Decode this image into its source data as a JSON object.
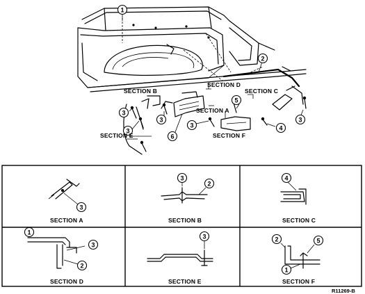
{
  "sections": {
    "a": "SECTION A",
    "b": "SECTION B",
    "c": "SECTION C",
    "d": "SECTION D",
    "e": "SECTION E",
    "f": "SECTION F"
  },
  "callouts": {
    "n1": "1",
    "n2": "2",
    "n3": "3",
    "n4": "4",
    "n5": "5",
    "n6": "6"
  },
  "reference": "R11269-B"
}
